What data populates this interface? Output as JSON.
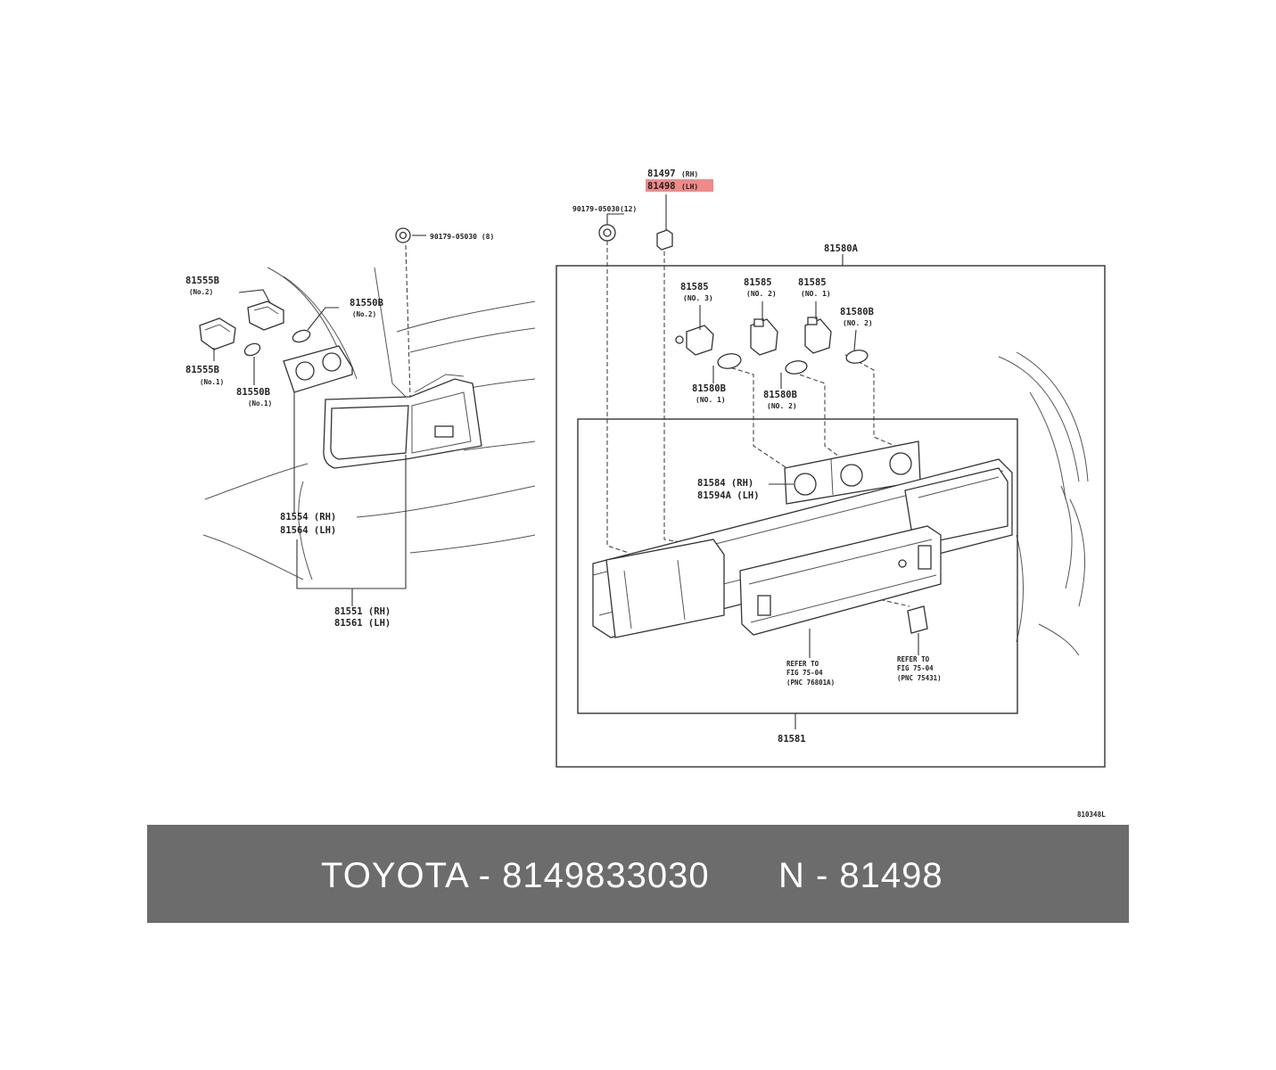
{
  "callouts": {
    "c81497": "81497",
    "c81497_side": "(RH)",
    "c81498": "81498",
    "c81498_side": "(LH)",
    "c90179_right": "90179-05030",
    "c90179_right_qty": "(12)",
    "c90179_left": "90179-05030",
    "c90179_left_qty": "(8)",
    "c81580A": "81580A",
    "c81555B_2": "81555B",
    "c81555B_2_sub": "(No.2)",
    "c81550B_2": "81550B",
    "c81550B_2_sub": "(No.2)",
    "c81555B_1": "81555B",
    "c81555B_1_sub": "(No.1)",
    "c81550B_1": "81550B",
    "c81550B_1_sub": "(No.1)",
    "c81585_3": "81585",
    "c81585_3_sub": "(NO. 3)",
    "c81585_2": "81585",
    "c81585_2_sub": "(NO. 2)",
    "c81585_1": "81585",
    "c81585_1_sub": "(NO. 1)",
    "c81580B_2r": "81580B",
    "c81580B_2r_sub": "(NO. 2)",
    "c81580B_1": "81580B",
    "c81580B_1_sub": "(NO. 1)",
    "c81580B_2": "81580B",
    "c81580B_2_sub": "(NO. 2)",
    "c81584": "81584 (RH)",
    "c81594A": "81594A (LH)",
    "c81554": "81554 (RH)",
    "c81564": "81564 (LH)",
    "c81551": "81551 (RH)",
    "c81561": "81561 (LH)",
    "refer1_a": "REFER TO",
    "refer1_b": "FIG 75-04",
    "refer1_c": "(PNC 76801A)",
    "refer2_a": "REFER TO",
    "refer2_b": "FIG 75-04",
    "refer2_c": "(PNC 75431)",
    "c81581": "81581",
    "figure_code": "810348L"
  },
  "highlight_color": "#f08a8a",
  "banner": {
    "part_text": "TOYOTA - 8149833030",
    "ref_text": "N - 81498",
    "background": "#6c6c6c"
  }
}
